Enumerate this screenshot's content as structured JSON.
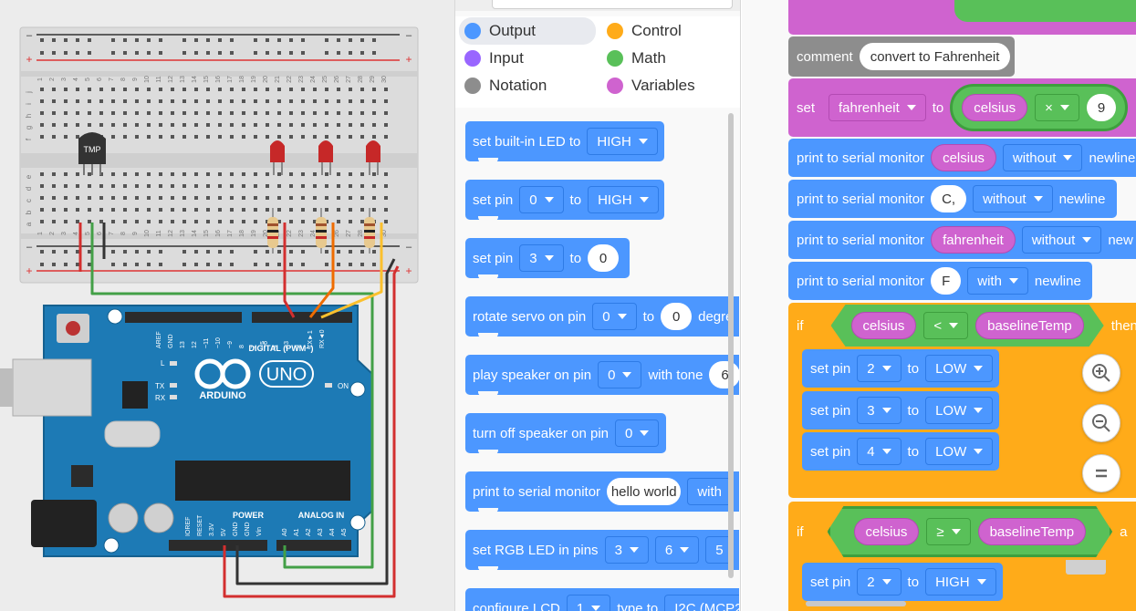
{
  "categories": [
    {
      "label": "Output",
      "color": "#4c97ff",
      "icon": "output-dot",
      "active": true
    },
    {
      "label": "Control",
      "color": "#ffab19",
      "icon": "control-dot"
    },
    {
      "label": "Input",
      "color": "#9966ff",
      "icon": "input-dot"
    },
    {
      "label": "Math",
      "color": "#59c059",
      "icon": "math-dot"
    },
    {
      "label": "Notation",
      "color": "#8d8d8d",
      "icon": "notation-dot"
    },
    {
      "label": "Variables",
      "color": "#cf63cf",
      "icon": "variables-dot"
    }
  ],
  "palette": {
    "builtin_led": {
      "text": "set built-in LED to",
      "value": "HIGH"
    },
    "set_pin_high": {
      "text": "set pin",
      "pin": "0",
      "to": "to",
      "value": "HIGH"
    },
    "set_pin_num": {
      "text": "set pin",
      "pin": "3",
      "to": "to",
      "value": "0"
    },
    "servo": {
      "text": "rotate servo on pin",
      "pin": "0",
      "to": "to",
      "value": "0",
      "suffix": "degre"
    },
    "speaker": {
      "text": "play speaker on pin",
      "pin": "0",
      "tone": "with tone",
      "value": "6"
    },
    "speaker_off": {
      "text": "turn off speaker on pin",
      "pin": "0"
    },
    "serial": {
      "text": "print to serial monitor",
      "value": "hello world",
      "suffix": "with"
    },
    "rgb": {
      "text": "set RGB LED in pins",
      "p1": "3",
      "p2": "6",
      "p3": "5"
    },
    "lcd": {
      "text": "configure LCD",
      "v1": "1",
      "type": "type to",
      "v2": "I2C (MCP2"
    }
  },
  "workspace": {
    "comment": {
      "label": "comment",
      "value": "convert to Fahrenheit"
    },
    "set_f": {
      "label": "set",
      "var": "fahrenheit",
      "to": "to",
      "operand": "celsius",
      "op": "×",
      "num": "9"
    },
    "print1": {
      "label": "print to serial monitor",
      "value": "celsius",
      "mode": "without",
      "suffix": "newline"
    },
    "print2": {
      "label": "print to serial monitor",
      "value": "C,",
      "mode": "without",
      "suffix": "newline"
    },
    "print3": {
      "label": "print to serial monitor",
      "value": "fahrenheit",
      "mode": "without",
      "suffix": "new"
    },
    "print4": {
      "label": "print to serial monitor",
      "value": "F",
      "mode": "with",
      "suffix": "newline"
    },
    "if1": {
      "label": "if",
      "left": "celsius",
      "op": "<",
      "right": "baselineTemp",
      "then": "then"
    },
    "if1_body": [
      {
        "label": "set pin",
        "pin": "2",
        "to": "to",
        "value": "LOW"
      },
      {
        "label": "set pin",
        "pin": "3",
        "to": "to",
        "value": "LOW"
      },
      {
        "label": "set pin",
        "pin": "4",
        "to": "to",
        "value": "LOW"
      }
    ],
    "if2": {
      "label": "if",
      "left": "celsius",
      "op": "≥",
      "right": "baselineTemp",
      "and": "a"
    },
    "if2_body": [
      {
        "label": "set pin",
        "pin": "2",
        "to": "to",
        "value": "HIGH"
      }
    ]
  },
  "zoom": {
    "in": "zoom-in-icon",
    "out": "zoom-out-icon",
    "fit": "fit-icon"
  },
  "circuit": {
    "sensor_label": "TMP",
    "board_brand": "ARDUINO",
    "board_model": "UNO",
    "digital_label": "DIGITAL (PWM~)",
    "power_label": "POWER",
    "analog_label": "ANALOG IN",
    "on_label": "ON",
    "l_label": "L",
    "tx_label": "TX",
    "rx_label": "RX",
    "aref_label": "AREF",
    "gnd_label": "GND",
    "digital_pins": [
      "13",
      "12",
      "~11",
      "~10",
      "~9",
      "8",
      "7",
      "~6",
      "~5",
      "4",
      "~3",
      "2",
      "TX►1",
      "RX◄0"
    ],
    "power_pins": [
      "IOREF",
      "RESET",
      "3.3V",
      "5V",
      "GND",
      "GND",
      "Vin"
    ],
    "analog_pins": [
      "A0",
      "A1",
      "A2",
      "A3",
      "A4",
      "A5"
    ],
    "row_letters_top": [
      "j",
      "i",
      "h",
      "g",
      "f"
    ],
    "row_letters_bottom": [
      "e",
      "d",
      "c",
      "b",
      "a"
    ],
    "plus": "+",
    "minus": "–",
    "column_numbers": [
      "1",
      "2",
      "3",
      "4",
      "5",
      "6",
      "7",
      "8",
      "9",
      "10",
      "11",
      "12",
      "13",
      "14",
      "15",
      "16",
      "17",
      "18",
      "19",
      "20",
      "21",
      "22",
      "23",
      "24",
      "25",
      "26",
      "27",
      "28",
      "29",
      "30"
    ]
  }
}
